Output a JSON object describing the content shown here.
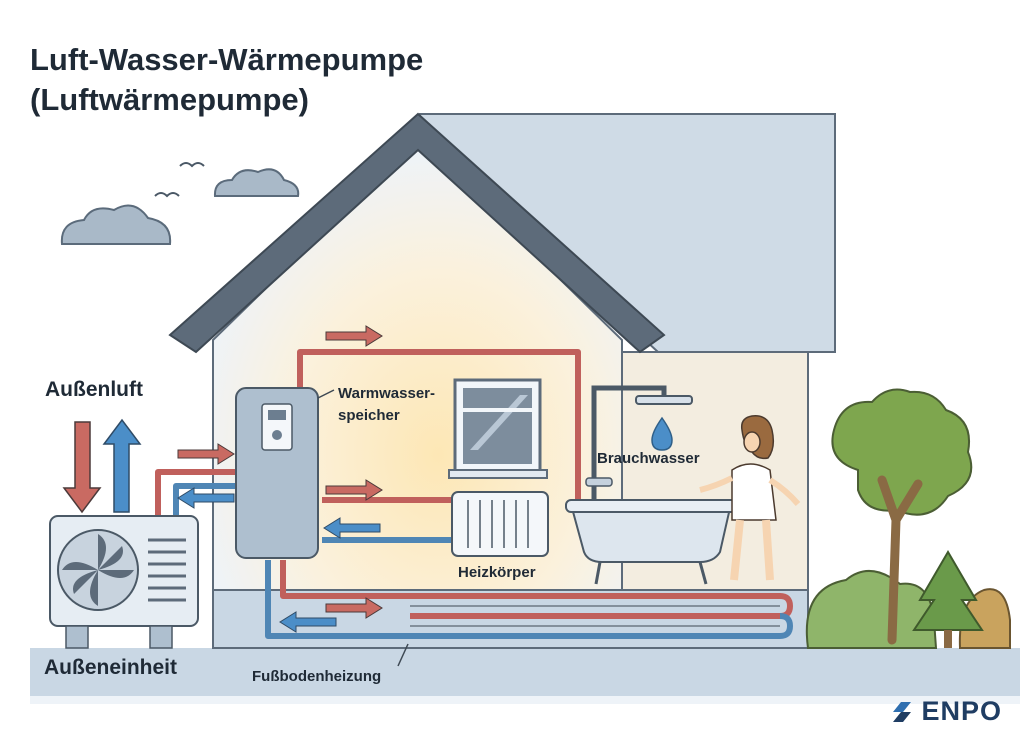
{
  "title": {
    "line1": "Luft-Wasser-Wärmepumpe",
    "line2": "(Luftwärmepumpe)"
  },
  "labels": {
    "outside_air": "Außenluft",
    "outdoor_unit": "Außeneinheit",
    "hot_water_tank_line1": "Warmwasser-",
    "hot_water_tank_line2": "speicher",
    "service_water": "Brauchwasser",
    "radiator": "Heizkörper",
    "floor_heating": "Fußbodenheizung"
  },
  "brand": {
    "name": "ENPO",
    "icon": "enpo-logo-icon"
  },
  "colors": {
    "hot_pipe": "#c0605c",
    "cold_pipe": "#4f86b5",
    "hot_arrow": "#c96a62",
    "cold_arrow": "#4b8ec8",
    "roof": "#5d6b7a",
    "wall": "#eef3f8",
    "warm_glow": "#fdeec8",
    "ground": "#c9d7e4",
    "text": "#1f2a36"
  }
}
